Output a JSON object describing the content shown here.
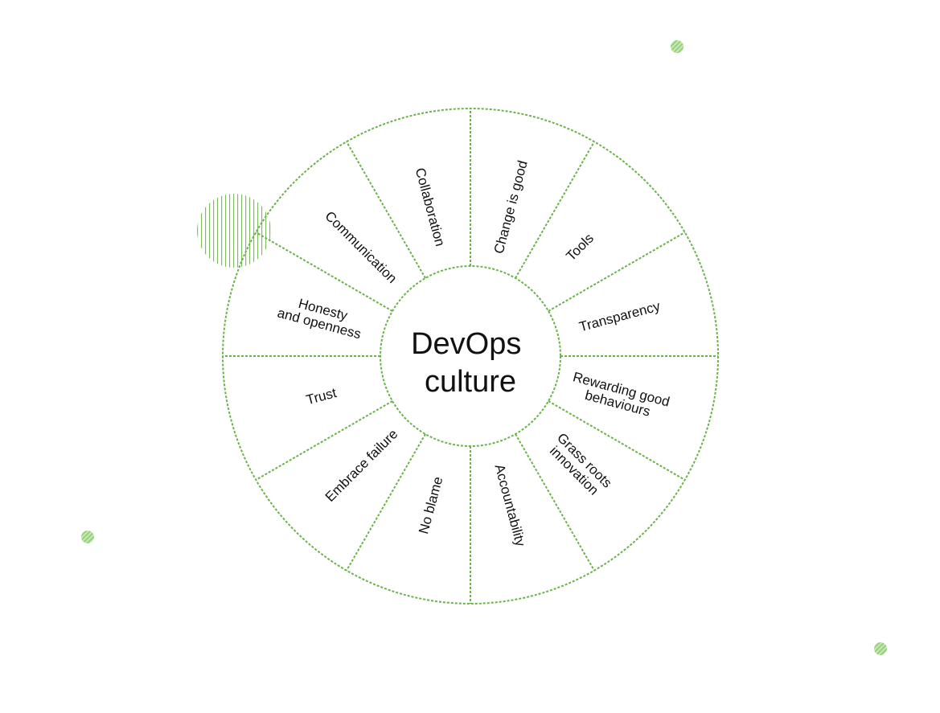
{
  "diagram": {
    "center_lines": [
      "DevOps",
      "culture"
    ],
    "segments": [
      {
        "lines": [
          "Change is good"
        ]
      },
      {
        "lines": [
          "Tools"
        ]
      },
      {
        "lines": [
          "Transparency"
        ]
      },
      {
        "lines": [
          "Rewarding good",
          "behaviours"
        ]
      },
      {
        "lines": [
          "Grass roots",
          "innovation"
        ]
      },
      {
        "lines": [
          "Accountability"
        ]
      },
      {
        "lines": [
          "No blame"
        ]
      },
      {
        "lines": [
          "Embrace failure"
        ]
      },
      {
        "lines": [
          "Trust"
        ]
      },
      {
        "lines": [
          "Honesty",
          "and openness"
        ]
      },
      {
        "lines": [
          "Communication"
        ]
      },
      {
        "lines": [
          "Collaboration"
        ]
      }
    ]
  },
  "colors": {
    "line": "#6ab34a",
    "dot": "#9bd37f",
    "dot_stripe": "#d9f0cd",
    "hatch": "#7fbf5f",
    "text": "#111111"
  }
}
